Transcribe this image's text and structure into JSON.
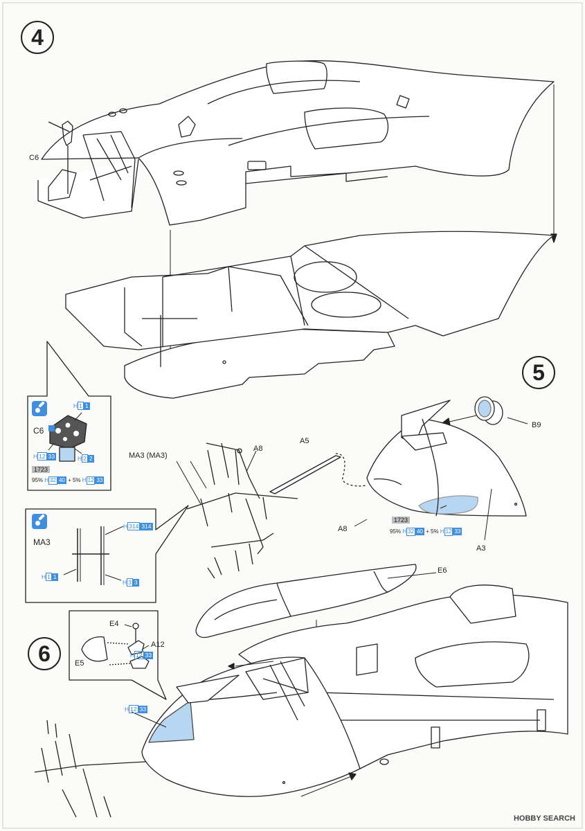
{
  "steps": {
    "s4": "4",
    "s5": "5",
    "s6": "6"
  },
  "labels": {
    "c6": "C6",
    "b9": "B9",
    "a5": "A5",
    "a8_top": "A8",
    "a8_bottom": "A8",
    "a3": "A3",
    "ma3_pair": "MA3 (MA3)",
    "e6": "E6",
    "e4": "E4",
    "a12": "A12",
    "e5": "E5"
  },
  "callout_c6": {
    "title": "C6",
    "ref_h": "H",
    "ref_top_a": "1",
    "ref_top_b": "1",
    "ref_left_a": "12",
    "ref_left_b": "33",
    "ref_right_a": "2",
    "ref_right_b": "2",
    "code": "1723",
    "mix_pct1": "95%",
    "mix_a": "32",
    "mix_b": "40",
    "mix_plus": "+ 5%",
    "mix_c": "12",
    "mix_d": "33"
  },
  "callout_ma3": {
    "title": "MA3",
    "ref_h": "H",
    "ref_tr_a": "314",
    "ref_tr_b": "314",
    "ref_l_a": "1",
    "ref_l_b": "1",
    "ref_r_a": "3",
    "ref_r_b": "3"
  },
  "step5_paint": {
    "code": "1723",
    "mix_pct1": "95%",
    "mix_a": "32",
    "mix_b": "40",
    "mix_plus": "+ 5%",
    "mix_c": "12",
    "mix_d": "33"
  },
  "callout_e": {
    "ref_h": "H",
    "ref_a": "12",
    "ref_b": "33"
  },
  "step6_ref": {
    "ref_h": "H",
    "ref_a": "12",
    "ref_b": "33"
  },
  "footer": "HOBBY SEARCH",
  "colors": {
    "paint_blue": "#3f8fdc",
    "glass_fill": "#b7d6f2",
    "line": "#222222"
  }
}
